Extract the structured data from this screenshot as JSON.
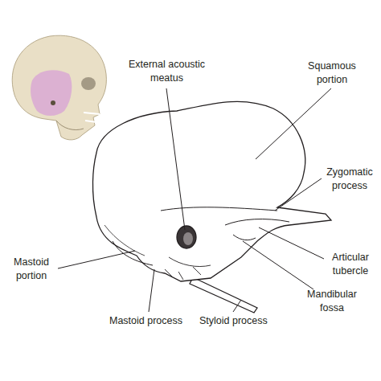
{
  "diagram": {
    "labels": [
      "External acoustic meatus",
      "Squamous portion",
      "Zygomatic process",
      "Articular tubercle",
      "Mandibular fossa",
      "Mastoid portion",
      "Mastoid process",
      "Styloid process"
    ]
  }
}
